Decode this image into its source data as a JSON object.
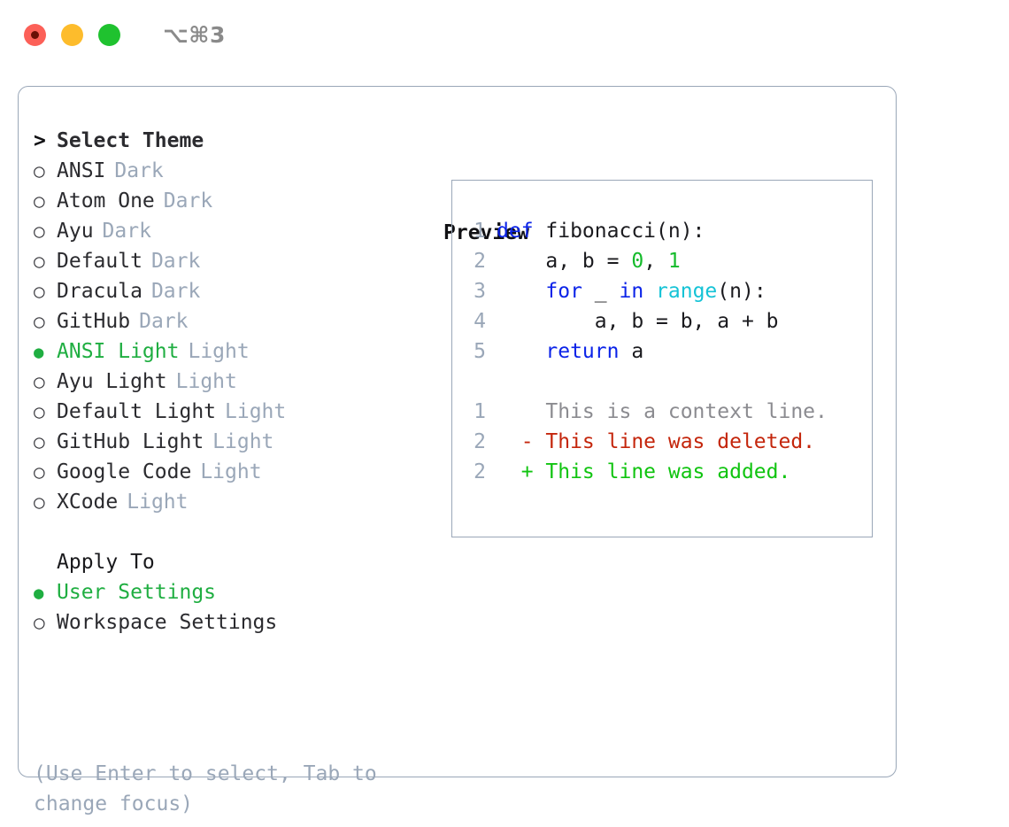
{
  "titlebar": {
    "shortcut": "⌥⌘3",
    "lights": [
      {
        "name": "close-button",
        "color": "#fc6058"
      },
      {
        "name": "minimize-button",
        "color": "#fdbc2c"
      },
      {
        "name": "maximize-button",
        "color": "#1fc22f"
      }
    ]
  },
  "theme_picker": {
    "header_prefix": ">",
    "header": "Select Theme",
    "bullet_unselected": "○",
    "bullet_selected": "●",
    "items": [
      {
        "name": "ANSI",
        "tag": "Dark",
        "selected": false
      },
      {
        "name": "Atom One",
        "tag": "Dark",
        "selected": false
      },
      {
        "name": "Ayu",
        "tag": "Dark",
        "selected": false
      },
      {
        "name": "Default",
        "tag": "Dark",
        "selected": false
      },
      {
        "name": "Dracula",
        "tag": "Dark",
        "selected": false
      },
      {
        "name": "GitHub",
        "tag": "Dark",
        "selected": false
      },
      {
        "name": "ANSI Light",
        "tag": "Light",
        "selected": true
      },
      {
        "name": "Ayu Light",
        "tag": "Light",
        "selected": false
      },
      {
        "name": "Default Light",
        "tag": "Light",
        "selected": false
      },
      {
        "name": "GitHub Light",
        "tag": "Light",
        "selected": false
      },
      {
        "name": "Google Code",
        "tag": "Light",
        "selected": false
      },
      {
        "name": "XCode",
        "tag": "Light",
        "selected": false
      }
    ]
  },
  "apply_to": {
    "title": "Apply To",
    "options": [
      {
        "name": "User Settings",
        "selected": true
      },
      {
        "name": "Workspace Settings",
        "selected": false
      }
    ]
  },
  "hint": "(Use Enter to select, Tab to change focus)",
  "preview": {
    "title": "Preview",
    "code_lines": [
      {
        "ln": "1",
        "tokens": [
          {
            "t": "def",
            "c": "kw"
          },
          {
            "t": " fibonacci(n):",
            "c": "plain"
          }
        ]
      },
      {
        "ln": "2",
        "tokens": [
          {
            "t": "    a, b = ",
            "c": "plain"
          },
          {
            "t": "0",
            "c": "num"
          },
          {
            "t": ", ",
            "c": "plain"
          },
          {
            "t": "1",
            "c": "num"
          }
        ]
      },
      {
        "ln": "3",
        "tokens": [
          {
            "t": "    ",
            "c": "plain"
          },
          {
            "t": "for",
            "c": "kw"
          },
          {
            "t": " _ ",
            "c": "plain"
          },
          {
            "t": "in",
            "c": "kw"
          },
          {
            "t": " ",
            "c": "plain"
          },
          {
            "t": "range",
            "c": "fn"
          },
          {
            "t": "(n):",
            "c": "plain"
          }
        ]
      },
      {
        "ln": "4",
        "tokens": [
          {
            "t": "        a, b = b, a + b",
            "c": "plain"
          }
        ]
      },
      {
        "ln": "5",
        "tokens": [
          {
            "t": "    ",
            "c": "plain"
          },
          {
            "t": "return",
            "c": "kw"
          },
          {
            "t": " a",
            "c": "plain"
          }
        ]
      }
    ],
    "diff_lines": [
      {
        "ln": "1",
        "marker": " ",
        "text": " This is a context line.",
        "cls": "ctx"
      },
      {
        "ln": "2",
        "marker": "-",
        "text": " This line was deleted.",
        "cls": "del"
      },
      {
        "ln": "2",
        "marker": "+",
        "text": " This line was added.",
        "cls": "add"
      }
    ]
  },
  "colors": {
    "accent_green": "#1fae41",
    "muted": "#9aa7b8",
    "keyword_blue": "#0b23e8",
    "number_green": "#15bb2b",
    "function_cyan": "#15c3d6",
    "diff_del_red": "#c4260c",
    "diff_add_green": "#10c410",
    "border": "#9aa7b8"
  }
}
